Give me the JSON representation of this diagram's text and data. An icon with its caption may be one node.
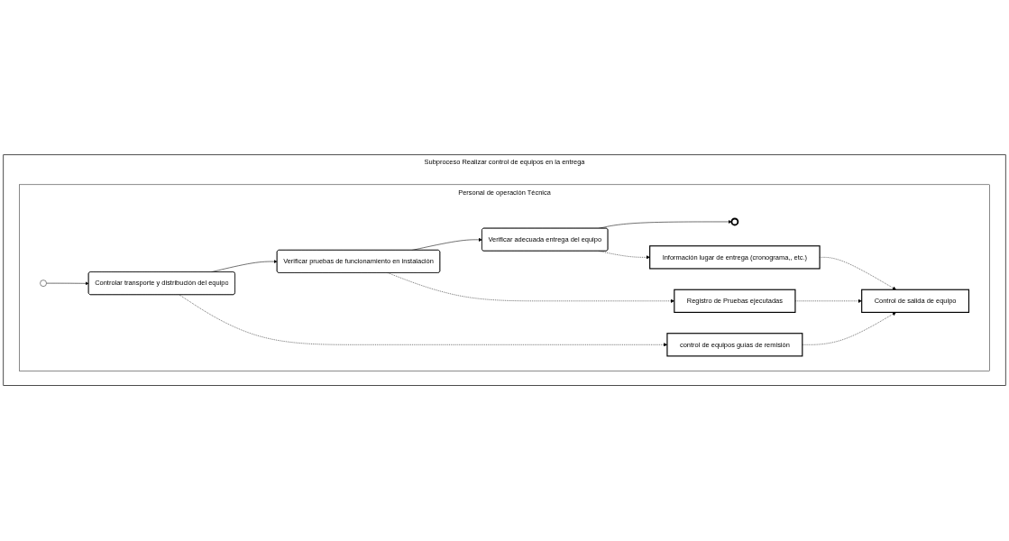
{
  "diagram": {
    "nodes": [
      {
        "text": [
          "Subproceso Realizar control de equipos en la entrega"
        ]
      },
      {
        "text": [
          "Personal de operación Técnica"
        ],
        "in": 0
      },
      {
        "text": [],
        "shape": "circle",
        "in": 1
      },
      {
        "text": [
          "Controlar transporte y distribución del equipo"
        ],
        "in": 1
      },
      {
        "text": [
          "Verificar pruebas de funcionamiento en instalación"
        ],
        "in": 1
      },
      {
        "text": [
          "Verificar adecuada entrega del equipo"
        ],
        "in": 1
      },
      {
        "text": [],
        "shape": "circle",
        "in": 1
      },
      {
        "text": [
          "control de equipos guías de remisión"
        ],
        "in": 1
      },
      {
        "text": [
          "Registro de Pruebas ejecutadas"
        ],
        "in": 1
      },
      {
        "text": [
          "Información lugar de entrega (cronograma,, etc.)"
        ],
        "in": 1
      },
      {
        "text": [
          "Control de salida de equipo"
        ],
        "in": 1
      }
    ],
    "edges": [
      {
        "from": 2,
        "to": 3,
        "arrow": "to"
      },
      {
        "from": 3,
        "to": 4,
        "arrow": "to"
      },
      {
        "from": 4,
        "to": 5,
        "arrow": "to"
      },
      {
        "from": 5,
        "to": 6,
        "arrow": "to"
      },
      {
        "from": 3,
        "to": 7,
        "arrow": "to",
        "style": "dashed"
      },
      {
        "from": 4,
        "to": 8,
        "arrow": "to",
        "style": "dashed"
      },
      {
        "from": 5,
        "to": 9,
        "arrow": "to",
        "style": "dashed"
      },
      {
        "from": 7,
        "to": 10,
        "arrow": "to",
        "style": "dashed"
      },
      {
        "from": 8,
        "to": 10,
        "arrow": "to",
        "style": "dashed"
      },
      {
        "from": 9,
        "to": 10,
        "arrow": "to",
        "style": "dashed"
      }
    ]
  }
}
